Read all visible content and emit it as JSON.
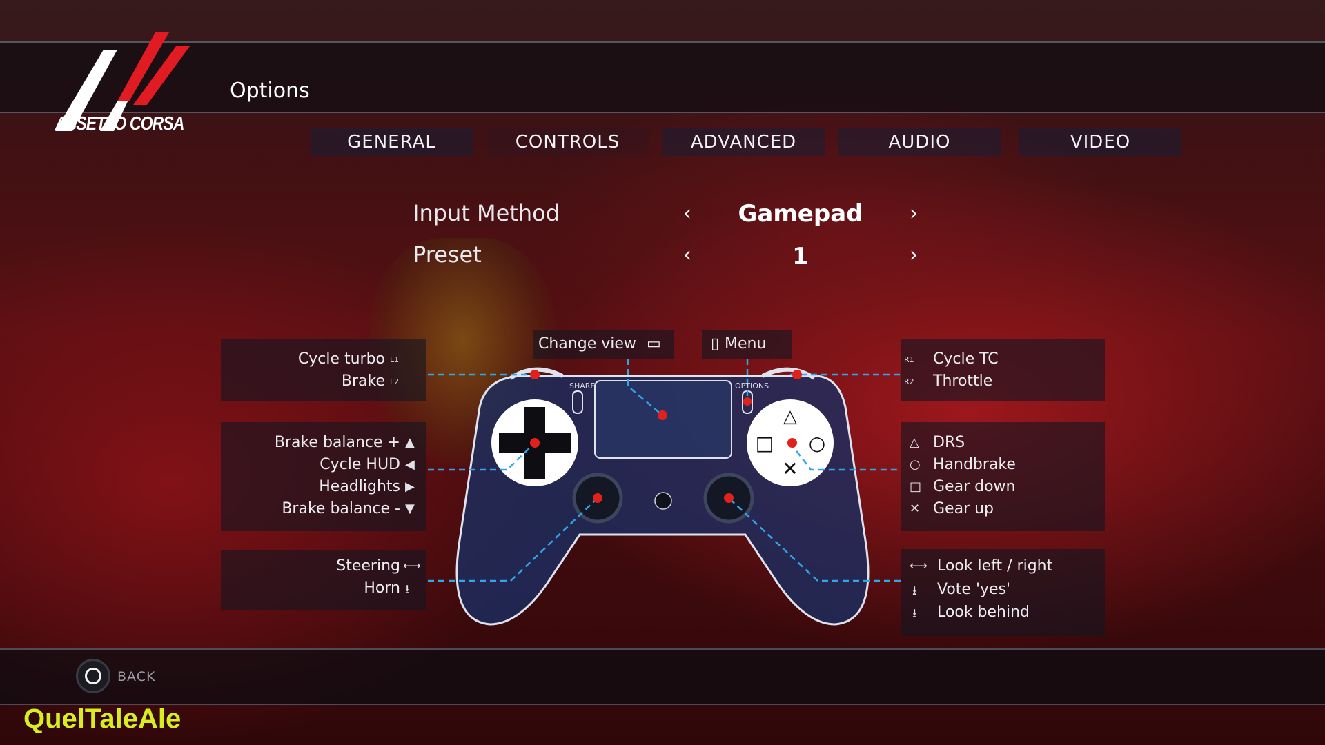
{
  "header": {
    "page_title": "Options",
    "logo_text": "ASSETTO CORSA"
  },
  "tabs": [
    {
      "label": "GENERAL",
      "active": false
    },
    {
      "label": "CONTROLS",
      "active": true
    },
    {
      "label": "ADVANCED",
      "active": false
    },
    {
      "label": "AUDIO",
      "active": false
    },
    {
      "label": "VIDEO",
      "active": false
    }
  ],
  "settings": {
    "input_method": {
      "label": "Input Method",
      "value": "Gamepad",
      "prev_icon": "chevron-left-icon",
      "next_icon": "chevron-right-icon"
    },
    "preset": {
      "label": "Preset",
      "value": "1"
    }
  },
  "mapping": {
    "top_center": {
      "change_view": "Change view",
      "menu": "Menu",
      "share_code": "SHARE",
      "options_code": "OPTIONS"
    },
    "left_shoulder": [
      {
        "label": "Cycle turbo",
        "code": "L1"
      },
      {
        "label": "Brake",
        "code": "L2"
      }
    ],
    "dpad": [
      {
        "label": "Brake balance +",
        "glyph": "▲"
      },
      {
        "label": "Cycle HUD",
        "glyph": "◀"
      },
      {
        "label": "Headlights",
        "glyph": "▶"
      },
      {
        "label": "Brake balance -",
        "glyph": "▼"
      }
    ],
    "left_stick": [
      {
        "label": "Steering",
        "glyph": "⟷"
      },
      {
        "label": "Horn",
        "glyph": "⭳"
      }
    ],
    "right_shoulder": [
      {
        "label": "Cycle TC",
        "code": "R1"
      },
      {
        "label": "Throttle",
        "code": "R2"
      }
    ],
    "face_buttons": [
      {
        "label": "DRS",
        "glyph": "△"
      },
      {
        "label": "Handbrake",
        "glyph": "○"
      },
      {
        "label": "Gear down",
        "glyph": "□"
      },
      {
        "label": "Gear up",
        "glyph": "✕"
      }
    ],
    "right_stick": [
      {
        "label": "Look left / right",
        "glyph": "⟷"
      },
      {
        "label": "Vote 'yes'",
        "glyph": "⭳"
      },
      {
        "label": "Look behind",
        "glyph": "⭳"
      }
    ]
  },
  "footer": {
    "back_label": "BACK",
    "watermark": "QuelTaleAle"
  },
  "colors": {
    "accent_line": "#2ea6e8",
    "dot": "#e0211c",
    "pad_fill": "#1a2a55",
    "watermark": "#d7ef1e"
  }
}
